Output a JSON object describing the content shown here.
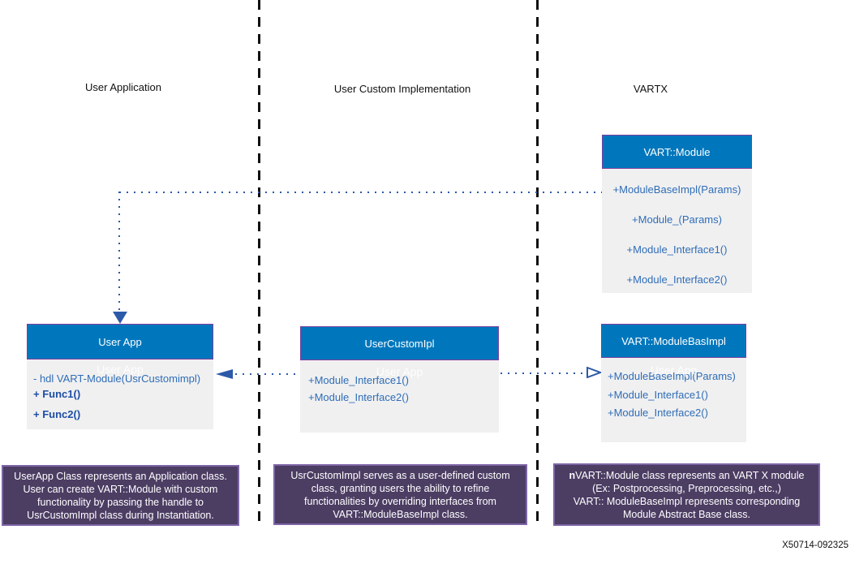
{
  "colors": {
    "header_blue": "#0077bd",
    "header_border": "#7d3f9d",
    "body_gray": "#f0f0f1",
    "member_blue": "#2f6db6",
    "member_bold_blue": "#1d4da5",
    "connector_blue": "#2c5aa8",
    "note_purple": "#4c3d63",
    "note_border": "#7d65a5"
  },
  "lanes": {
    "left": {
      "label": "User Application"
    },
    "middle": {
      "label": "User Custom Implementation"
    },
    "right": {
      "label": "VARTX"
    }
  },
  "classes": {
    "vart_module": {
      "title": "VART::Module",
      "members": [
        "+ModuleBaseImpl(Params)",
        "+Module_(Params)",
        "+Module_Interface1()",
        "+Module_Interface2()"
      ]
    },
    "user_app": {
      "title": "User App",
      "ghost_label": "User App",
      "members": [
        "- hdl VART-Module(UsrCustomimpl)",
        "+ Func1()",
        "+ Func2()"
      ]
    },
    "user_custom_impl": {
      "title": "UserCustomIpl",
      "ghost_label": "User App",
      "members": [
        "+Module_Interface1()",
        "+Module_Interface2()"
      ]
    },
    "vart_module_base_impl": {
      "title": "VART::ModuleBasImpl",
      "ghost_label": "User App",
      "members": [
        "+ModuleBaseImpl(Params)",
        "+Module_Interface1()",
        "+Module_Interface2()"
      ]
    }
  },
  "notes": [
    {
      "lines": [
        "UserApp Class represents an Application class.",
        "User can create VART::Module with custom",
        "functionality by passing the handle to",
        "UsrCustomImpl class during Instantiation."
      ]
    },
    {
      "lines": [
        "UsrCustomImpl serves as a user-defined custom",
        "class, granting users the ability to refine",
        "functionalities by overriding interfaces from",
        "VART::ModuleBaseImpl class."
      ]
    },
    {
      "bold_prefix": "n",
      "lines": [
        "VART::Module class represents an VART X module",
        "(Ex: Postprocessing, Preprocessing, etc.,)",
        "VART:: ModuleBaseImpl represents corresponding",
        "Module Abstract Base class."
      ]
    }
  ],
  "figure_id": "X50714-092325"
}
